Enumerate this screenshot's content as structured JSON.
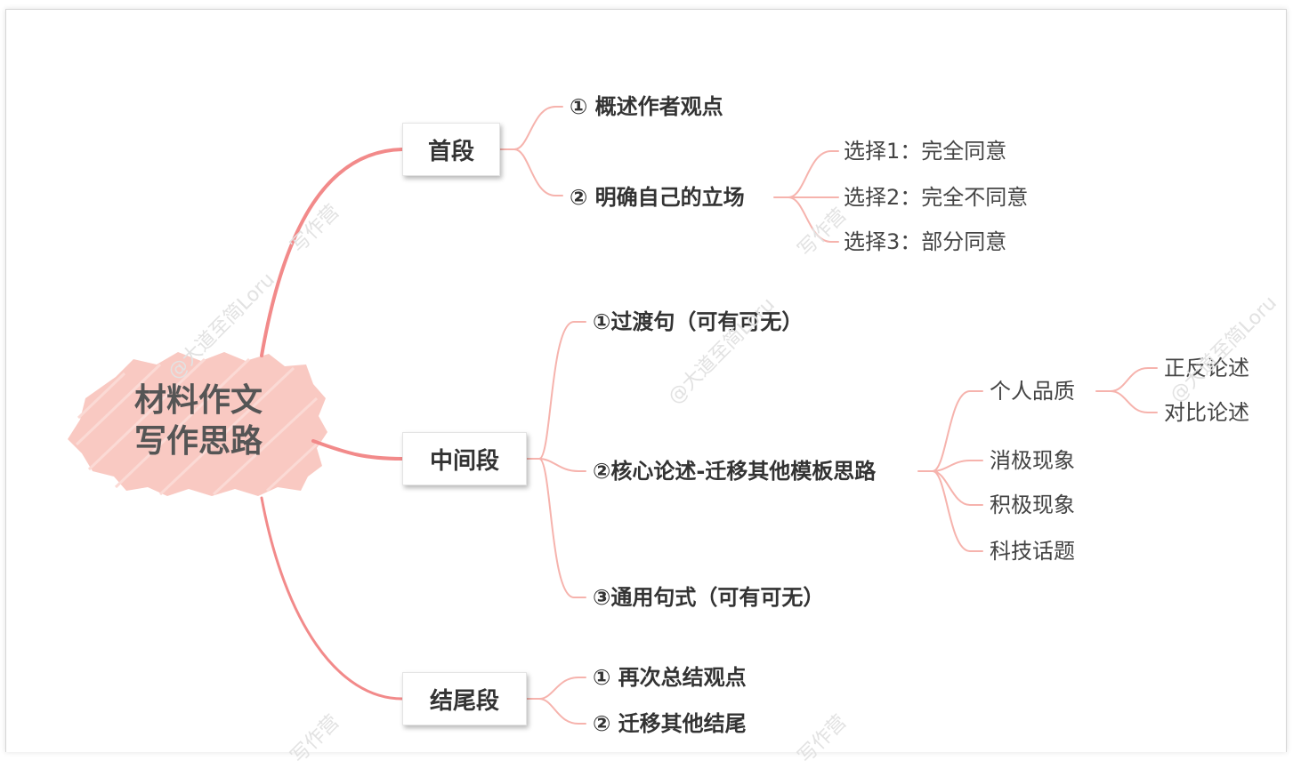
{
  "root": {
    "line1": "材料作文",
    "line2": "写作思路"
  },
  "branches": {
    "first": {
      "label": "首段",
      "items": [
        "① 概述作者观点",
        "② 明确自己的立场"
      ],
      "choices": [
        "选择1：完全同意",
        "选择2：完全不同意",
        "选择3：部分同意"
      ]
    },
    "middle": {
      "label": "中间段",
      "items": [
        "①过渡句（可有可无）",
        "②核心论述-迁移其他模板思路",
        "③通用句式（可有可无）"
      ],
      "topics": [
        "个人品质",
        "消极现象",
        "积极现象",
        "科技话题"
      ],
      "methods": [
        "正反论述",
        "对比论述"
      ]
    },
    "end": {
      "label": "结尾段",
      "items": [
        "① 再次总结观点",
        "② 迁移其他结尾"
      ]
    }
  },
  "watermarks": {
    "handle": "@大道至简Loru",
    "brand": "写作营"
  },
  "colors": {
    "main_line": "#f28a8a",
    "thin_line": "#f6b3ad",
    "root_fill": "#f9c9c2"
  }
}
